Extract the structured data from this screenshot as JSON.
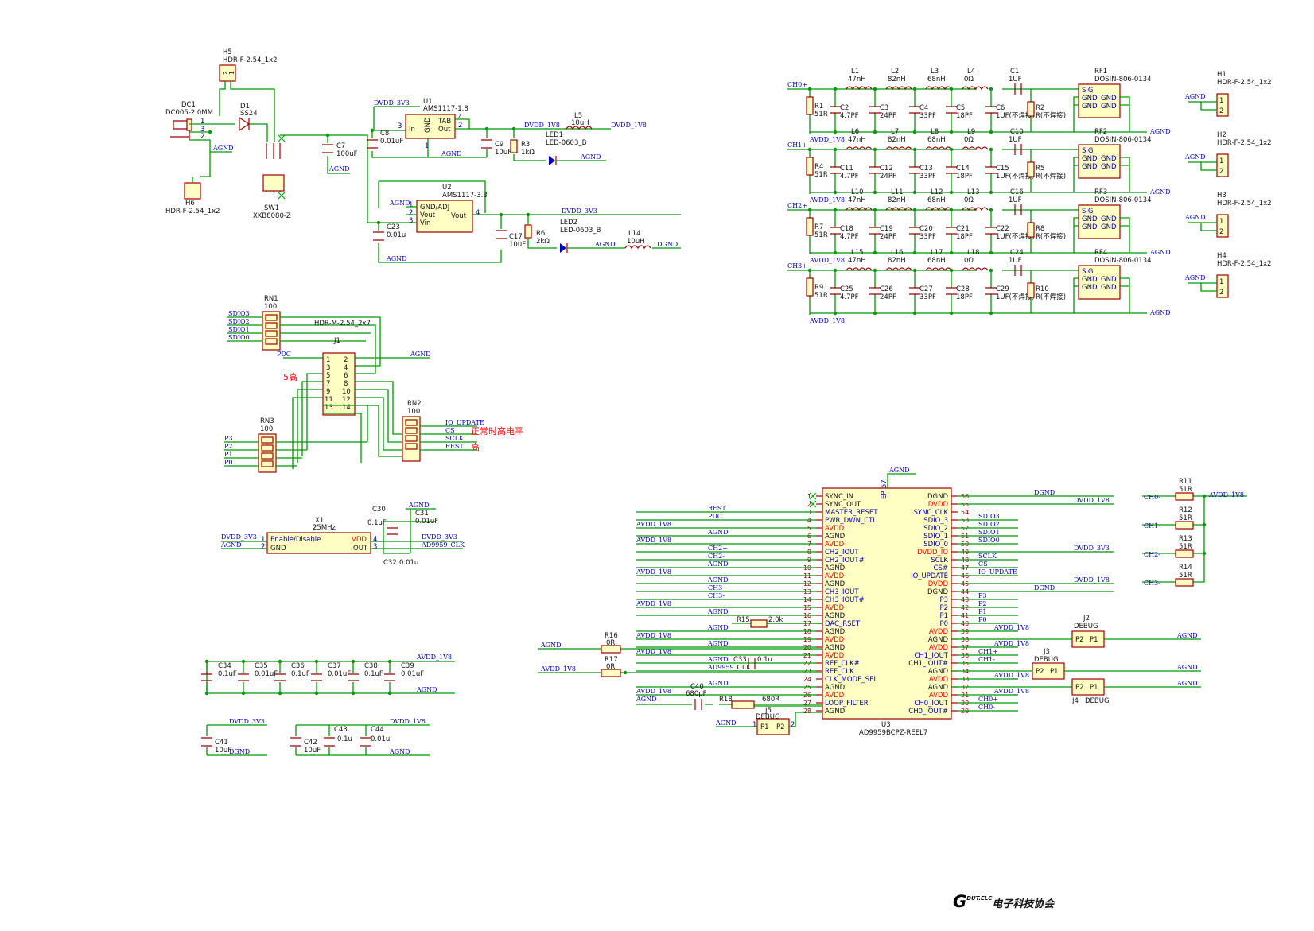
{
  "components": {
    "H5": {
      "ref": "H5",
      "value": "HDR-F-2.54_1x2"
    },
    "DC1": {
      "ref": "DC1",
      "value": "DC005-2.0MM"
    },
    "D1": {
      "ref": "D1",
      "value": "SS24"
    },
    "H6": {
      "ref": "H6",
      "value": "HDR-F-2.54_1x2"
    },
    "SW1": {
      "ref": "SW1",
      "value": "XKB8080-Z"
    },
    "C7": {
      "ref": "C7",
      "value": "100uF"
    },
    "U1": {
      "ref": "U1",
      "value": "AMS1117-1.8",
      "pins": [
        "In",
        "GND",
        "TAB",
        "Out"
      ]
    },
    "C8": {
      "ref": "C8",
      "value": "0.01uF"
    },
    "C9": {
      "ref": "C9",
      "value": "10uF"
    },
    "R3": {
      "ref": "R3",
      "value": "1kΩ"
    },
    "L5": {
      "ref": "L5",
      "value": "10uH"
    },
    "LED1": {
      "ref": "LED1",
      "value": "LED-0603_B"
    },
    "U2": {
      "ref": "U2",
      "value": "AMS1117-3.3",
      "pins": [
        "GND/ADJ",
        "Vout",
        "Vin",
        "Vout"
      ]
    },
    "C23": {
      "ref": "C23",
      "value": "0.01u"
    },
    "C17": {
      "ref": "C17",
      "value": "10uF"
    },
    "R6": {
      "ref": "R6",
      "value": "2kΩ"
    },
    "LED2": {
      "ref": "LED2",
      "value": "LED-0603_B"
    },
    "L14": {
      "ref": "L14",
      "value": "10uH"
    },
    "RN1": {
      "ref": "RN1",
      "value": "100"
    },
    "J1": {
      "ref": "J1",
      "value": "HDR-M-2.54_2x7"
    },
    "RN2": {
      "ref": "RN2",
      "value": "100"
    },
    "RN3": {
      "ref": "RN3",
      "value": "100"
    },
    "X1": {
      "ref": "X1",
      "value": "25MHz",
      "pins": [
        "Enable/Disable",
        "GND",
        "VDD",
        "OUT"
      ]
    },
    "C30": {
      "ref": "C30",
      "value": "0.1uF"
    },
    "C31": {
      "ref": "C31",
      "value": "0.01uF"
    },
    "C32": {
      "ref": "C32",
      "value": "0.01u"
    },
    "R16": {
      "ref": "R16",
      "value": "0R"
    },
    "R17": {
      "ref": "R17",
      "value": "0R"
    },
    "C40": {
      "ref": "C40",
      "value": "680pF"
    },
    "R18": {
      "ref": "R18",
      "value": "680R"
    },
    "R15": {
      "ref": "R15",
      "value": "2.0k"
    },
    "C33": {
      "ref": "C33",
      "value": "0.1u"
    },
    "J5": {
      "ref": "J5",
      "value": "DEBUG"
    },
    "J2": {
      "ref": "J2",
      "value": "DEBUG"
    },
    "J3": {
      "ref": "J3",
      "value": "DEBUG"
    },
    "J4": {
      "ref": "J4",
      "value": "DEBUG"
    },
    "U3": {
      "ref": "U3",
      "value": "AD9959BCPZ-REEL7"
    },
    "R11": {
      "ref": "R11",
      "value": "51R"
    },
    "R12": {
      "ref": "R12",
      "value": "51R"
    },
    "R13": {
      "ref": "R13",
      "value": "51R"
    },
    "R14": {
      "ref": "R14",
      "value": "51R"
    },
    "C41": {
      "ref": "C41",
      "value": "10uF"
    },
    "C42": {
      "ref": "C42",
      "value": "10uF"
    },
    "C43": {
      "ref": "C43",
      "value": "0.1u"
    },
    "C44": {
      "ref": "C44",
      "value": "0.01u"
    }
  },
  "nets": {
    "agnd": "AGND",
    "dgnd": "DGND",
    "dvdd33": "DVDD_3V3",
    "dvdd18": "DVDD_1V8",
    "avdd18": "AVDD_1V8",
    "ch0p": "CH0+",
    "ch0n": "CH0-",
    "ch1p": "CH1+",
    "ch1n": "CH1-",
    "ch2p": "CH2+",
    "ch2n": "CH2-",
    "ch3p": "CH3+",
    "ch3n": "CH3-",
    "sdio0": "SDIO0",
    "sdio1": "SDIO1",
    "sdio2": "SDIO2",
    "sdio3": "SDIO3",
    "pdc": "PDC",
    "ioupdate": "IO_UPDATE",
    "cs": "CS",
    "sclk": "SCLK",
    "rest": "REST",
    "reset": "REST",
    "p0": "P0",
    "p1": "P1",
    "p2": "P2",
    "p3": "P3",
    "clk": "AD9959_CLK"
  },
  "annotations": {
    "five_high": "5高",
    "cs_note": "正常时高电平",
    "rest_note": "高"
  },
  "decoupling": [
    {
      "ref": "C34",
      "value": "0.1uF"
    },
    {
      "ref": "C35",
      "value": "0.01uF"
    },
    {
      "ref": "C36",
      "value": "0.1uF"
    },
    {
      "ref": "C37",
      "value": "0.01uF"
    },
    {
      "ref": "C38",
      "value": "0.1uF"
    },
    {
      "ref": "C39",
      "value": "0.01uF"
    }
  ],
  "filters": [
    {
      "in": "CH0+",
      "r1": "R1",
      "r2": "R2",
      "rf": "RF1",
      "h": "H1",
      "rf_value": "DOSIN-806-0134",
      "h_value": "HDR-F-2.54_1x2",
      "l": [
        "L1",
        "L2",
        "L3",
        "L4"
      ],
      "c": [
        "C2",
        "C3",
        "C4",
        "C5",
        "C6"
      ],
      "cs": "C1"
    },
    {
      "in": "CH1+",
      "r1": "R4",
      "r2": "R5",
      "rf": "RF2",
      "h": "H2",
      "rf_value": "DOSIN-806-0134",
      "h_value": "HDR-F-2.54_1x2",
      "l": [
        "L6",
        "L7",
        "L8",
        "L9"
      ],
      "c": [
        "C11",
        "C12",
        "C13",
        "C14",
        "C15"
      ],
      "cs": "C10"
    },
    {
      "in": "CH2+",
      "r1": "R7",
      "r2": "R8",
      "rf": "RF3",
      "h": "H3",
      "rf_value": "DOSIN-806-0134",
      "h_value": "HDR-F-2.54_1x2",
      "l": [
        "L10",
        "L11",
        "L12",
        "L13"
      ],
      "c": [
        "C18",
        "C19",
        "C20",
        "C21",
        "C22"
      ],
      "cs": "C16"
    },
    {
      "in": "CH3+",
      "r1": "R9",
      "r2": "R10",
      "rf": "RF4",
      "h": "H4",
      "rf_value": "DOSIN-806-0134",
      "h_value": "HDR-F-2.54_1x2",
      "l": [
        "L15",
        "L16",
        "L17",
        "L18"
      ],
      "c": [
        "C25",
        "C26",
        "C27",
        "C28",
        "C29"
      ],
      "cs": "C24"
    }
  ],
  "filter_values": {
    "r1": "51R",
    "r2_fit": "R(不焊接)",
    "l": [
      "47nH",
      "82nH",
      "68nH",
      "0Ω"
    ],
    "c": [
      "4.7PF",
      "24PF",
      "33PF",
      "18PF"
    ],
    "c_last": "1UF(不焊接)",
    "cs": "1UF",
    "rf_pins": [
      "SIG",
      "GND",
      "GND",
      "GND",
      "GND"
    ]
  },
  "u3_left": [
    {
      "n": "1",
      "name": "SYNC_IN",
      "c": "k"
    },
    {
      "n": "2",
      "name": "SYNC_OUT",
      "c": "k"
    },
    {
      "n": "3",
      "name": "MASTER_RESET",
      "c": "b"
    },
    {
      "n": "4",
      "name": "PWR_DWN_CTL",
      "c": "b"
    },
    {
      "n": "5",
      "name": "AVDD",
      "c": "r"
    },
    {
      "n": "6",
      "name": "AGND",
      "c": "k"
    },
    {
      "n": "7",
      "name": "AVDD",
      "c": "r"
    },
    {
      "n": "8",
      "name": "CH2_IOUT",
      "c": "b"
    },
    {
      "n": "9",
      "name": "CH2_IOUT#",
      "c": "b"
    },
    {
      "n": "10",
      "name": "AGND",
      "c": "k"
    },
    {
      "n": "11",
      "name": "AVDD",
      "c": "r"
    },
    {
      "n": "12",
      "name": "AGND",
      "c": "k"
    },
    {
      "n": "13",
      "name": "CH3_IOUT",
      "c": "b"
    },
    {
      "n": "14",
      "name": "CH3_IOUT#",
      "c": "b"
    },
    {
      "n": "15",
      "name": "AVDD",
      "c": "r"
    },
    {
      "n": "16",
      "name": "AGND",
      "c": "k"
    },
    {
      "n": "17",
      "name": "DAC_RSET",
      "c": "b"
    },
    {
      "n": "18",
      "name": "AGND",
      "c": "k"
    },
    {
      "n": "19",
      "name": "AVDD",
      "c": "r"
    },
    {
      "n": "20",
      "name": "AGND",
      "c": "k"
    },
    {
      "n": "21",
      "name": "AVDD",
      "c": "r"
    },
    {
      "n": "22",
      "name": "REF_CLK#",
      "c": "b"
    },
    {
      "n": "23",
      "name": "REF_CLK",
      "c": "b"
    },
    {
      "n": "24",
      "name": "CLK_MODE_SEL",
      "c": "b"
    },
    {
      "n": "25",
      "name": "AGND",
      "c": "k"
    },
    {
      "n": "26",
      "name": "AVDD",
      "c": "r"
    },
    {
      "n": "27",
      "name": "LOOP_FILTER",
      "c": "b"
    },
    {
      "n": "28",
      "name": "AGND",
      "c": "k"
    }
  ],
  "u3_right": [
    {
      "n": "56",
      "name": "DGND",
      "c": "k"
    },
    {
      "n": "55",
      "name": "DVDD",
      "c": "r"
    },
    {
      "n": "54",
      "name": "SYNC_CLK",
      "c": "b"
    },
    {
      "n": "53",
      "name": "SDIO_3",
      "c": "b"
    },
    {
      "n": "52",
      "name": "SDIO_2",
      "c": "b"
    },
    {
      "n": "51",
      "name": "SDIO_1",
      "c": "b"
    },
    {
      "n": "50",
      "name": "SDIO_0",
      "c": "b"
    },
    {
      "n": "49",
      "name": "DVDD_IO",
      "c": "r"
    },
    {
      "n": "48",
      "name": "SCLK",
      "c": "b"
    },
    {
      "n": "47",
      "name": "CS#",
      "c": "b"
    },
    {
      "n": "46",
      "name": "IO_UPDATE",
      "c": "b"
    },
    {
      "n": "45",
      "name": "DVDD",
      "c": "r"
    },
    {
      "n": "44",
      "name": "DGND",
      "c": "k"
    },
    {
      "n": "43",
      "name": "P3",
      "c": "b"
    },
    {
      "n": "42",
      "name": "P2",
      "c": "b"
    },
    {
      "n": "41",
      "name": "P1",
      "c": "b"
    },
    {
      "n": "40",
      "name": "P0",
      "c": "b"
    },
    {
      "n": "39",
      "name": "AVDD",
      "c": "r"
    },
    {
      "n": "38",
      "name": "AGND",
      "c": "k"
    },
    {
      "n": "37",
      "name": "AVDD",
      "c": "r"
    },
    {
      "n": "36",
      "name": "CH1_IOUT",
      "c": "b"
    },
    {
      "n": "35",
      "name": "CH1_IOUT#",
      "c": "b"
    },
    {
      "n": "34",
      "name": "AGND",
      "c": "k"
    },
    {
      "n": "33",
      "name": "AVDD",
      "c": "r"
    },
    {
      "n": "32",
      "name": "AGND",
      "c": "k"
    },
    {
      "n": "31",
      "name": "AVDD",
      "c": "r"
    },
    {
      "n": "30",
      "name": "CH0_IOUT",
      "c": "b"
    },
    {
      "n": "29",
      "name": "CH0_IOUT#",
      "c": "b"
    }
  ],
  "u3_ep": {
    "n": "57",
    "name": "EP"
  },
  "u3_left_nets": [
    "",
    "",
    "REST",
    "PDC",
    "AVDD_1V8",
    "AGND",
    "AVDD_1V8",
    "CH2+",
    "CH2-",
    "AGND",
    "AVDD_1V8",
    "AGND",
    "CH3+",
    "CH3-",
    "AVDD_1V8",
    "AGND",
    "",
    "AGND",
    "AVDD_1V8",
    "AGND",
    "AVDD_1V8",
    "AGND",
    "AD9959_CLK",
    "",
    "AGND",
    "AVDD_1V8",
    "",
    ""
  ],
  "u3_right_nets": [
    "DGND",
    "DVDD_1V8",
    "",
    "SDIO3",
    "SDIO2",
    "SDIO1",
    "SDIO0",
    "DVDD_3V3",
    "SCLK",
    "CS",
    "IO_UPDATE",
    "DVDD_1V8",
    "DGND",
    "P3",
    "P2",
    "P1",
    "P0",
    "AVDD_1V8",
    "",
    "AVDD_1V8",
    "CH1+",
    "CH1-",
    "",
    "AVDD_1V8",
    "",
    "AVDD_1V8",
    "CH0+",
    "CH0-"
  ],
  "logo": {
    "mark": "G",
    "sup": "DUT.ELC",
    "text": "电子科技协会"
  }
}
